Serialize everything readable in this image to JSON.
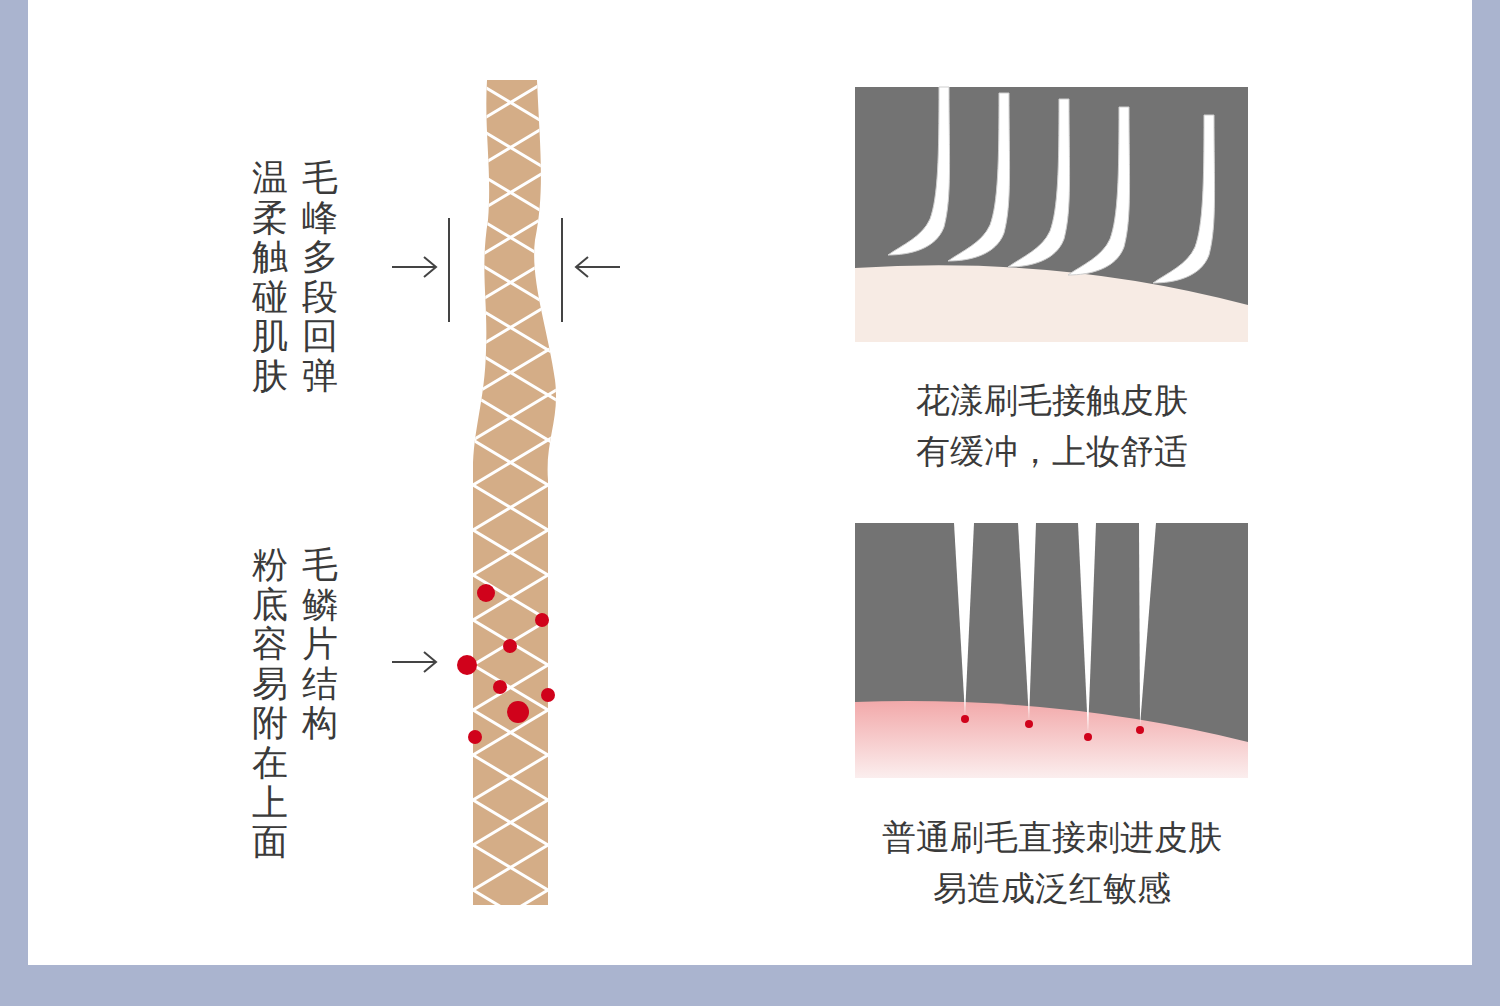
{
  "diagram": {
    "labels": [
      "毛峰多段回弹",
      "温柔触碰肌肤",
      "毛鳞片结构",
      "粉底容易附在上面",
      "花漾刷毛接触皮肤 有缓冲，上妆舒适",
      "普通刷毛直接刺进皮肤 易造成泛红敏感"
    ]
  }
}
